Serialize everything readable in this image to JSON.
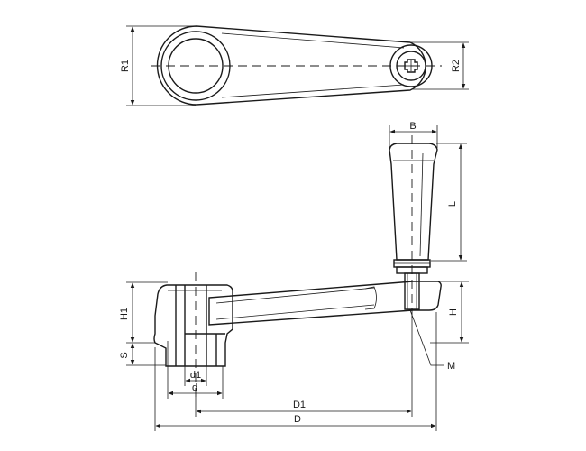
{
  "labels": {
    "r1": "R1",
    "r2": "R2",
    "b": "B",
    "l": "L",
    "h1": "H1",
    "s": "S",
    "h": "H",
    "m": "M",
    "d1": "d1",
    "d": "d",
    "D1": "D1",
    "D": "D"
  },
  "colors": {
    "line": "#1a1a1a",
    "shade": "#e6e6e6",
    "background": "#ffffff"
  }
}
